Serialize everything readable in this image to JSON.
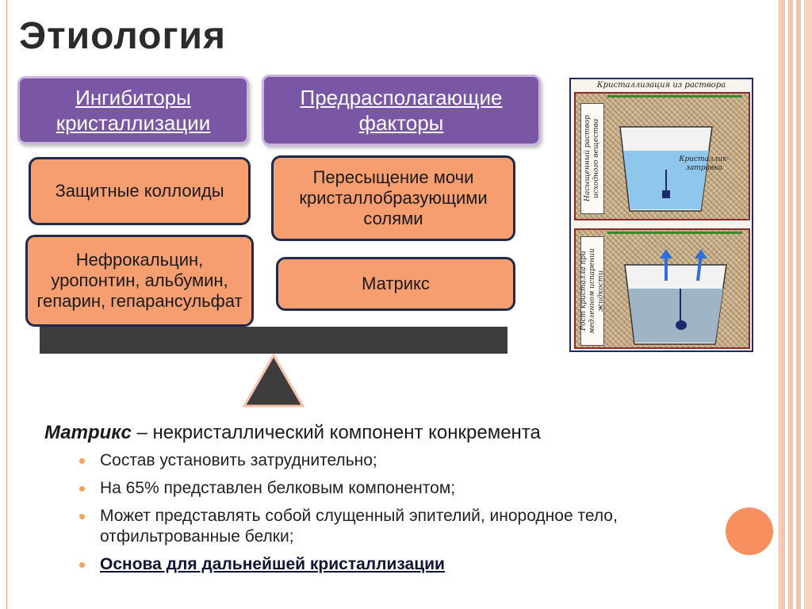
{
  "title": "Этиология",
  "headers": {
    "inhibitors": "Ингибиторы кристаллизации",
    "predisposing": "Предрасполагающие факторы"
  },
  "left_boxes": {
    "colloids": "Защитные коллоиды",
    "proteins": "Нефрокальцин, уропонтин, альбумин, гепарин, гепарансульфат"
  },
  "right_boxes": {
    "supersaturation": "Пересыщение мочи кристаллобразующими солями",
    "matrix": "Матрикс"
  },
  "diagram": {
    "caption": "Кристаллизация из раствора",
    "top_label": "Насыщенный раствор исходного вещества",
    "crystal_label": "Кристаллик-затравка",
    "bottom_label": "Рост кристалла при медленном испарении жидкости"
  },
  "text": {
    "lead_term": "Матрикс",
    "lead_rest": " – некристаллический компонент конкремента",
    "bullets": [
      "Состав установить затруднительно;",
      "На 65% представлен белковым компонентом;",
      "Может представлять собой слущенный эпителий, инородное тело, отфильтрованные белки;"
    ],
    "bold_bullet": "Основа для дальнейшей кристаллизации"
  },
  "colors": {
    "purple": "#7a57a5",
    "orange": "#f69e70",
    "accent": "#f7905e",
    "beam": "#3d3d3d"
  }
}
